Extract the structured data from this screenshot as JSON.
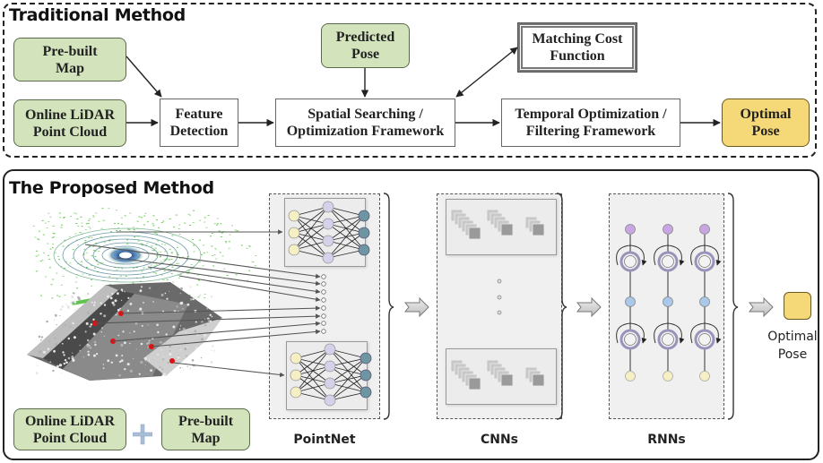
{
  "traditional": {
    "title": "Traditional Method",
    "boxes": {
      "prebuilt_map": "Pre-built\nMap",
      "online_lidar": "Online LiDAR\nPoint Cloud",
      "feature_detection": "Feature\nDetection",
      "predicted_pose": "Predicted\nPose",
      "spatial_search": "Spatial Searching /\nOptimization Framework",
      "matching_cost": "Matching Cost\nFunction",
      "temporal_opt": "Temporal Optimization /\nFiltering Framework",
      "optimal_pose": "Optimal\nPose"
    }
  },
  "proposed": {
    "title": "The Proposed Method",
    "inputs": {
      "online_lidar": "Online LiDAR\nPoint Cloud",
      "plus_symbol": "plus-icon",
      "prebuilt_map": "Pre-built\nMap"
    },
    "stages": [
      {
        "label": "PointNet"
      },
      {
        "label": "CNNs"
      },
      {
        "label": "RNNs"
      }
    ],
    "output_label": "Optimal\nPose"
  },
  "colors": {
    "input_green": "#d3e4bd",
    "output_yellow": "#f5d878",
    "nn_input": "#f7efc4",
    "nn_hidden": "#d6d0ea",
    "nn_output": "#6e96a2",
    "rnn_top": "#c9a6e3",
    "rnn_mid": "#a9c8ea",
    "rnn_bottom": "#f7efc4"
  }
}
